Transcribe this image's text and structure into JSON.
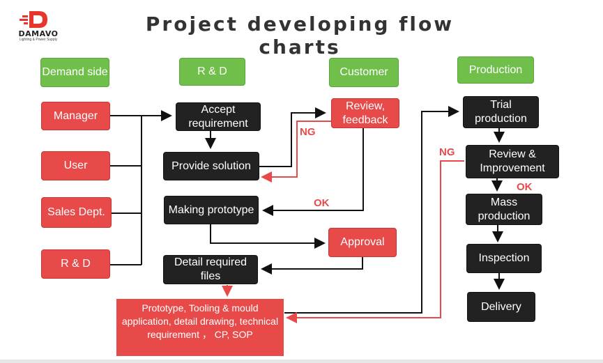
{
  "logo": {
    "name": "DAMAVO",
    "subtitle": "Lighting & Power Supply"
  },
  "title": "Project developing flow charts",
  "headers": {
    "demand": "Demand side",
    "rd": "R & D",
    "customer": "Customer",
    "production": "Production"
  },
  "demand_side": {
    "manager": "Manager",
    "user": "User",
    "sales": "Sales Dept.",
    "rd": "R & D"
  },
  "rd_steps": {
    "accept": "Accept requirement",
    "provide": "Provide solution",
    "prototype": "Making prototype",
    "files": "Detail required files",
    "deliverables": "Prototype,  Tooling & mould application, detail drawing, technical requirement ，  CP, SOP"
  },
  "customer_steps": {
    "review": "Review, feedback",
    "approval": "Approval"
  },
  "production_steps": {
    "trial": "Trial production",
    "improve": "Review  & Improvement",
    "mass": "Mass production",
    "inspection": "Inspection",
    "delivery": "Delivery"
  },
  "labels": {
    "ng1": "NG",
    "ok1": "OK",
    "ng2": "NG",
    "ok2": "OK"
  },
  "colors": {
    "green": "#6fbf4a",
    "red": "#e84a4a",
    "black": "#222222"
  }
}
